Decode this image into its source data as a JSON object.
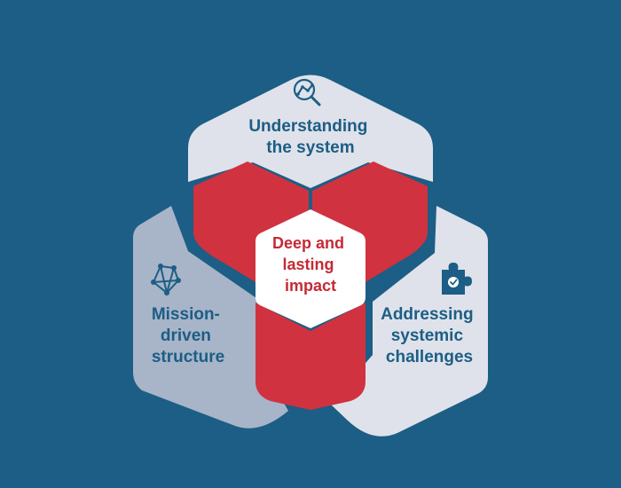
{
  "diagram": {
    "center": {
      "lines": [
        "Deep and",
        "lasting",
        "impact"
      ]
    },
    "segments": [
      {
        "id": "top",
        "lines": [
          "Understanding",
          "the system"
        ],
        "icon": "magnifier-chart-icon"
      },
      {
        "id": "left",
        "lines": [
          "Mission-",
          "driven",
          "structure"
        ],
        "icon": "network-nodes-icon"
      },
      {
        "id": "right",
        "lines": [
          "Addressing",
          "systemic",
          "challenges"
        ],
        "icon": "puzzle-check-icon"
      }
    ]
  },
  "colors": {
    "background": "#1c5e85",
    "navy_text": "#1c5e85",
    "red": "#d1323f",
    "red_text": "#c52a35",
    "top_panel": "#dfe2ea",
    "left_panel": "#a8b4c8",
    "right_panel": "#dfe2ea",
    "center_fill": "#ffffff"
  }
}
